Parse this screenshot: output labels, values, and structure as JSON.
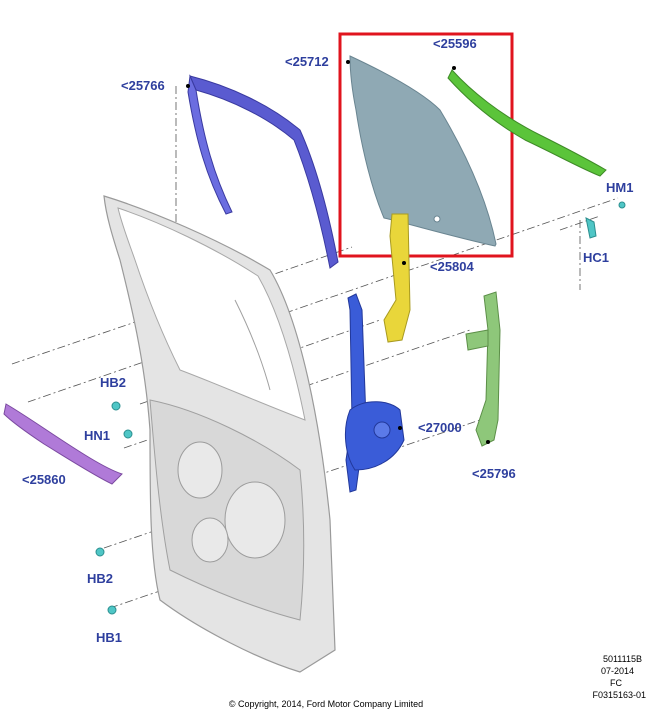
{
  "colors": {
    "callout_text": "#2e3f9e",
    "highlight_box": "#e0141e",
    "glass": "#8fa9b4",
    "door_panel": "#e4e4e4",
    "run_channel_blue": "#5a5bd0",
    "green_strip": "#5bc43a",
    "yellow_channel": "#e9d63a",
    "regulator_blue": "#3a5cd8",
    "lower_channel_green": "#8ec77a",
    "purple_seal": "#b07ad8",
    "fastener": "#4fc6c6"
  },
  "callouts": {
    "p25712": "<25712",
    "p25596": "<25596",
    "p25766": "<25766",
    "hm1": "HM1",
    "hc1": "HC1",
    "p25804": "<25804",
    "hb2_upper": "HB2",
    "hn1": "HN1",
    "p27000": "<27000",
    "p25860": "<25860",
    "p25796": "<25796",
    "hb2_lower": "HB2",
    "hb1": "HB1"
  },
  "meta": {
    "line1": "5011115B",
    "line2": "07-2014",
    "line3": "FC",
    "line4": "F0315163-01"
  },
  "copyright": "© Copyright, 2014, Ford Motor Company Limited"
}
